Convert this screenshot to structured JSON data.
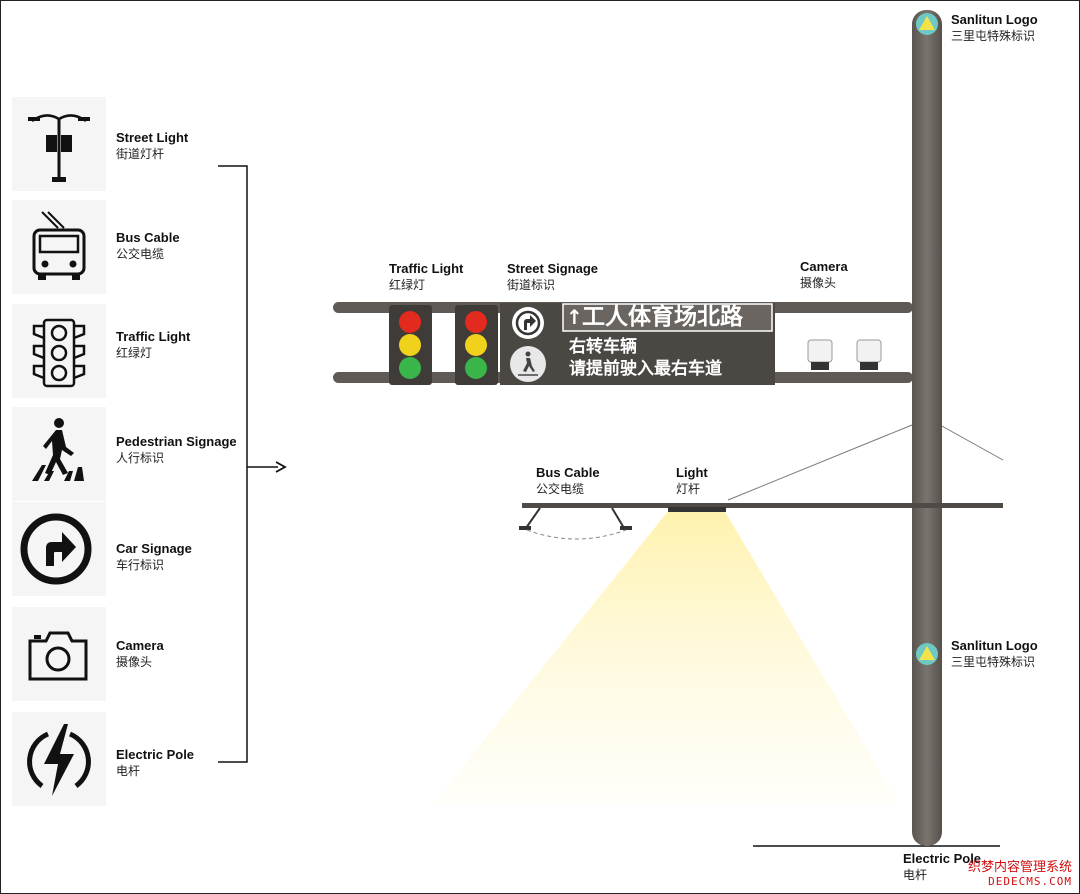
{
  "legend": [
    {
      "en": "Street Light",
      "zh": "街道灯杆",
      "icon": "street-light-icon"
    },
    {
      "en": "Bus Cable",
      "zh": "公交电缆",
      "icon": "bus-icon"
    },
    {
      "en": "Traffic Light",
      "zh": "红绿灯",
      "icon": "traffic-light-icon"
    },
    {
      "en": "Pedestrian Signage",
      "zh": "人行标识",
      "icon": "pedestrian-icon"
    },
    {
      "en": "Car Signage",
      "zh": "车行标识",
      "icon": "turn-right-icon"
    },
    {
      "en": "Camera",
      "zh": "摄像头",
      "icon": "camera-icon"
    },
    {
      "en": "Electric Pole",
      "zh": "电杆",
      "icon": "lightning-icon"
    }
  ],
  "labels": {
    "logo_top": {
      "en": "Sanlitun Logo",
      "zh": "三里屯特殊标识"
    },
    "traffic_light": {
      "en": "Traffic Light",
      "zh": "红绿灯"
    },
    "street_signage": {
      "en": "Street Signage",
      "zh": "街道标识"
    },
    "camera": {
      "en": "Camera",
      "zh": "摄像头"
    },
    "bus_cable": {
      "en": "Bus Cable",
      "zh": "公交电缆"
    },
    "light": {
      "en": "Light",
      "zh": "灯杆"
    },
    "logo_mid": {
      "en": "Sanlitun Logo",
      "zh": "三里屯特殊标识"
    },
    "electric_pole": {
      "en": "Electric Pole",
      "zh": "电杆"
    }
  },
  "sign": {
    "street_name": "工人体育场北路",
    "line1": "右转车辆",
    "line2": "请提前驶入最右车道"
  },
  "watermark": {
    "line1": "织梦内容管理系统",
    "line2": "DEDECMS.COM"
  },
  "colors": {
    "pole": "#6b6560",
    "signal_red": "#e32a1f",
    "signal_yellow": "#f0d21c",
    "signal_green": "#3ab54a",
    "light_beam": "#fff3b0",
    "logo_teal": "#6ec9c4",
    "logo_yellow": "#f3e24a"
  }
}
